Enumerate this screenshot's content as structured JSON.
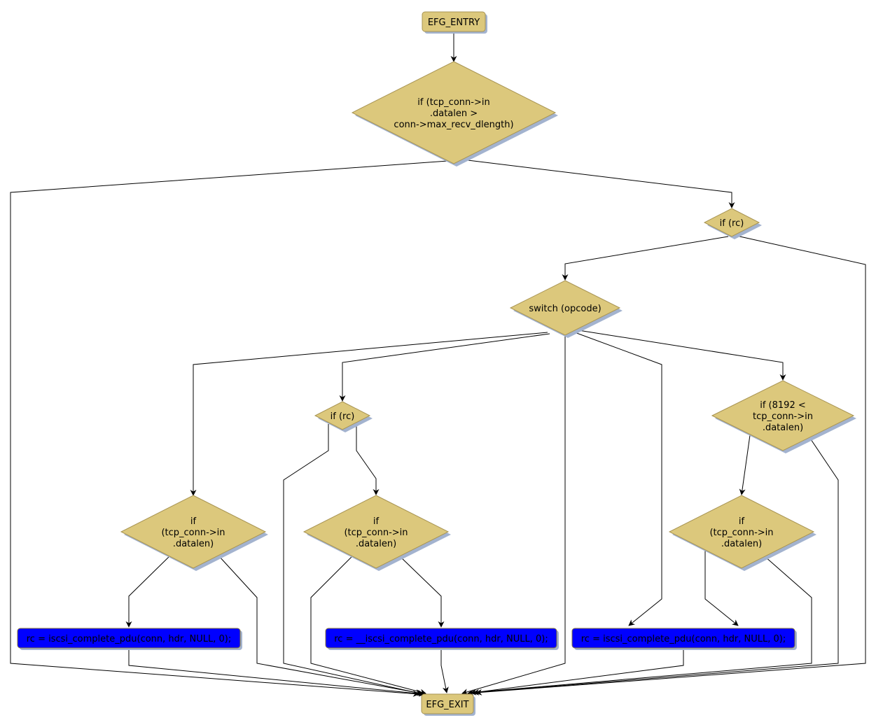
{
  "diagram": {
    "type": "control-flow-graph",
    "colors": {
      "node_fill": "#dcc87c",
      "node_border": "#a89453",
      "statement_fill": "#0000ff",
      "shadow": "#a3b3cf",
      "edge": "#000000",
      "background": "#ffffff"
    },
    "nodes": [
      {
        "id": "entry",
        "kind": "terminal",
        "lines": [
          "EFG_ENTRY"
        ]
      },
      {
        "id": "cond_maxlen",
        "kind": "decision",
        "lines": [
          "if (tcp_conn->in",
          ".datalen >",
          "conn->max_recv_dlength)"
        ]
      },
      {
        "id": "if_rc_top",
        "kind": "decision",
        "lines": [
          "if (rc)"
        ]
      },
      {
        "id": "switch_opcode",
        "kind": "decision",
        "lines": [
          "switch (opcode)"
        ]
      },
      {
        "id": "if_rc_mid",
        "kind": "decision",
        "lines": [
          "if (rc)"
        ]
      },
      {
        "id": "if_8192",
        "kind": "decision",
        "lines": [
          "if (8192 <",
          "tcp_conn->in",
          ".datalen)"
        ]
      },
      {
        "id": "if_datalen_left",
        "kind": "decision",
        "lines": [
          "if",
          "(tcp_conn->in",
          ".datalen)"
        ]
      },
      {
        "id": "if_datalen_mid",
        "kind": "decision",
        "lines": [
          "if",
          "(tcp_conn->in",
          ".datalen)"
        ]
      },
      {
        "id": "if_datalen_right",
        "kind": "decision",
        "lines": [
          "if",
          "(tcp_conn->in",
          ".datalen)"
        ]
      },
      {
        "id": "stmt_left",
        "kind": "statement",
        "lines": [
          "rc = iscsi_complete_pdu(conn, hdr, NULL, 0);"
        ]
      },
      {
        "id": "stmt_mid",
        "kind": "statement",
        "lines": [
          "rc = __iscsi_complete_pdu(conn, hdr, NULL, 0);"
        ]
      },
      {
        "id": "stmt_right",
        "kind": "statement",
        "lines": [
          "rc = iscsi_complete_pdu(conn, hdr, NULL, 0);"
        ]
      },
      {
        "id": "exit",
        "kind": "terminal",
        "lines": [
          "EFG_EXIT"
        ]
      }
    ],
    "edges": [
      {
        "from": "entry",
        "to": "cond_maxlen"
      },
      {
        "from": "cond_maxlen",
        "to": "exit"
      },
      {
        "from": "cond_maxlen",
        "to": "if_rc_top"
      },
      {
        "from": "if_rc_top",
        "to": "switch_opcode"
      },
      {
        "from": "if_rc_top",
        "to": "exit"
      },
      {
        "from": "switch_opcode",
        "to": "if_datalen_left"
      },
      {
        "from": "switch_opcode",
        "to": "if_rc_mid"
      },
      {
        "from": "switch_opcode",
        "to": "exit"
      },
      {
        "from": "switch_opcode",
        "to": "stmt_right"
      },
      {
        "from": "switch_opcode",
        "to": "if_8192"
      },
      {
        "from": "if_rc_mid",
        "to": "exit"
      },
      {
        "from": "if_rc_mid",
        "to": "if_datalen_mid"
      },
      {
        "from": "if_8192",
        "to": "if_datalen_right"
      },
      {
        "from": "if_8192",
        "to": "exit"
      },
      {
        "from": "if_datalen_left",
        "to": "stmt_left"
      },
      {
        "from": "if_datalen_left",
        "to": "exit"
      },
      {
        "from": "if_datalen_mid",
        "to": "exit"
      },
      {
        "from": "if_datalen_mid",
        "to": "stmt_mid"
      },
      {
        "from": "if_datalen_right",
        "to": "stmt_right"
      },
      {
        "from": "if_datalen_right",
        "to": "exit"
      },
      {
        "from": "stmt_left",
        "to": "exit"
      },
      {
        "from": "stmt_mid",
        "to": "exit"
      },
      {
        "from": "stmt_right",
        "to": "exit"
      }
    ]
  }
}
